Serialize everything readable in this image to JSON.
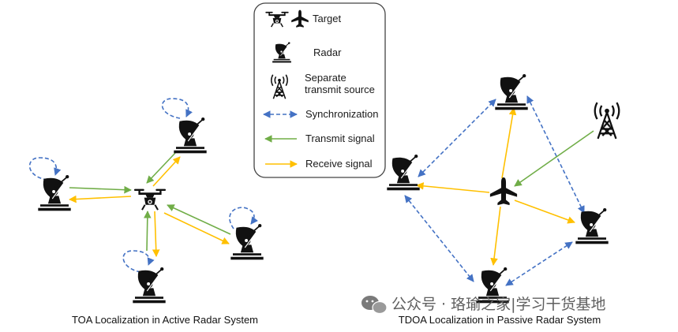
{
  "colors": {
    "sync": "#4472c4",
    "transmit": "#70ad47",
    "receive": "#ffc000",
    "icon": "#111111",
    "legend_border": "#444444",
    "watermark": "#5f5f5f"
  },
  "legend": {
    "target": "Target",
    "radar": "Radar",
    "separate_line1": "Separate",
    "separate_line2": "transmit source",
    "sync": "Synchronization",
    "transmit": "Transmit signal",
    "receive": "Receive signal"
  },
  "captions": {
    "toa": "TOA Localization in Active Radar System",
    "tdoa": "TDOA Localization in Passive Radar System"
  },
  "watermark": {
    "text": "公众号 · 珞瑜之家|学习干货基地"
  },
  "icons": {
    "target_drone": "drone-icon",
    "target_plane": "airplane-icon",
    "radar": "radar-dish-icon",
    "transmit_source": "transmit-tower-icon",
    "watermark_logo": "wechat-logo-icon"
  }
}
